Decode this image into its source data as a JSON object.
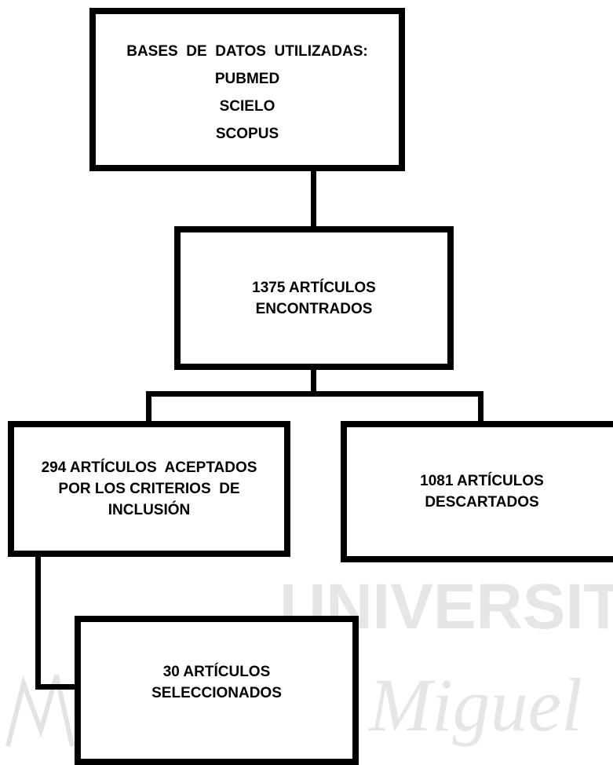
{
  "watermark": {
    "word1": "UNIVERSITAS",
    "word2": "Miguel",
    "color": "#e6e6e6"
  },
  "boxes": {
    "databases": {
      "heading": "BASES  DE  DATOS  UTILIZADAS:",
      "items": [
        "PUBMED",
        "SCIELO",
        "SCOPUS"
      ]
    },
    "found": {
      "line1": "1375 ARTÍCULOS",
      "line2": "ENCONTRADOS"
    },
    "accepted": {
      "line1": "294 ARTÍCULOS  ACEPTADOS",
      "line2": "POR LOS CRITERIOS  DE",
      "line3": "INCLUSIÓN"
    },
    "discarded": {
      "line1": "1081 ARTÍCULOS",
      "line2": "DESCARTADOS"
    },
    "selected": {
      "line1": "30 ARTÍCULOS",
      "line2": "SELECCIONADOS"
    }
  }
}
